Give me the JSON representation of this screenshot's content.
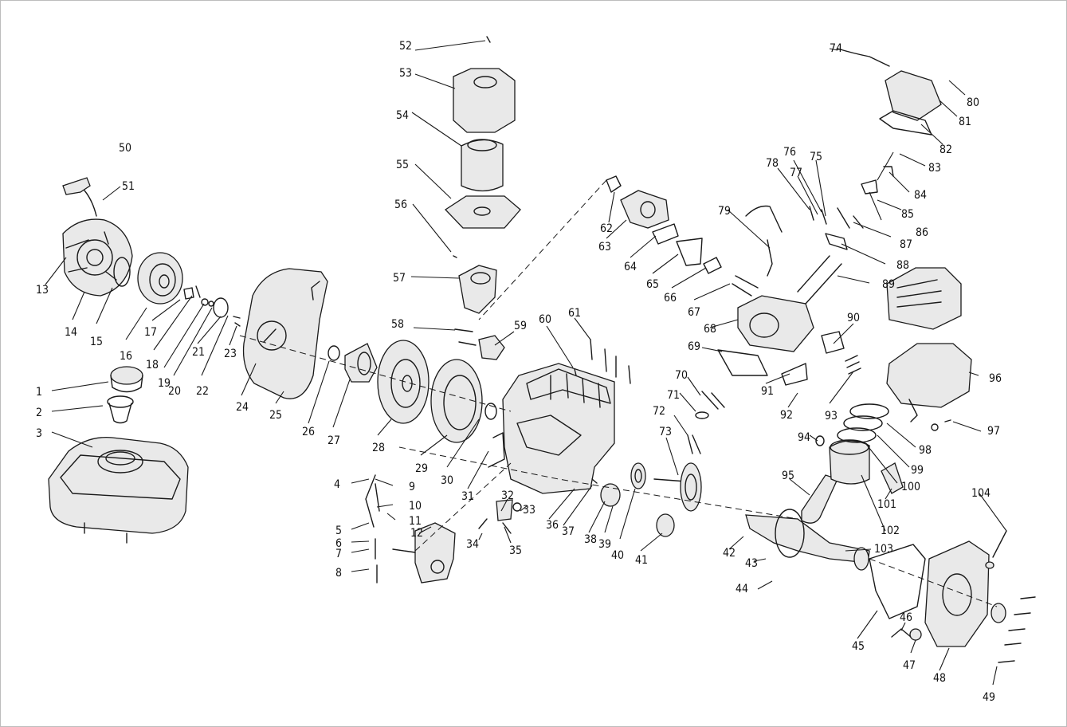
{
  "labels": [
    "1",
    "2",
    "3",
    "4",
    "5",
    "6",
    "7",
    "8",
    "9",
    "10",
    "11",
    "12",
    "13",
    "14",
    "15",
    "16",
    "17",
    "18",
    "19",
    "20",
    "21",
    "22",
    "23",
    "24",
    "25",
    "26",
    "27",
    "28",
    "29",
    "30",
    "31",
    "32",
    "33",
    "34",
    "35",
    "36",
    "37",
    "38",
    "39",
    "40",
    "41",
    "42",
    "43",
    "44",
    "45",
    "46",
    "47",
    "48",
    "49",
    "50",
    "51",
    "52",
    "53",
    "54",
    "55",
    "56",
    "57",
    "58",
    "59",
    "60",
    "61",
    "62",
    "63",
    "64",
    "65",
    "66",
    "67",
    "68",
    "69",
    "70",
    "71",
    "72",
    "73",
    "74",
    "75",
    "76",
    "77",
    "78",
    "79",
    "80",
    "81",
    "82",
    "83",
    "84",
    "85",
    "86",
    "87",
    "88",
    "89",
    "90",
    "91",
    "92",
    "93",
    "94",
    "95",
    "96",
    "97",
    "98",
    "99",
    "100",
    "101",
    "102",
    "103",
    "104"
  ]
}
